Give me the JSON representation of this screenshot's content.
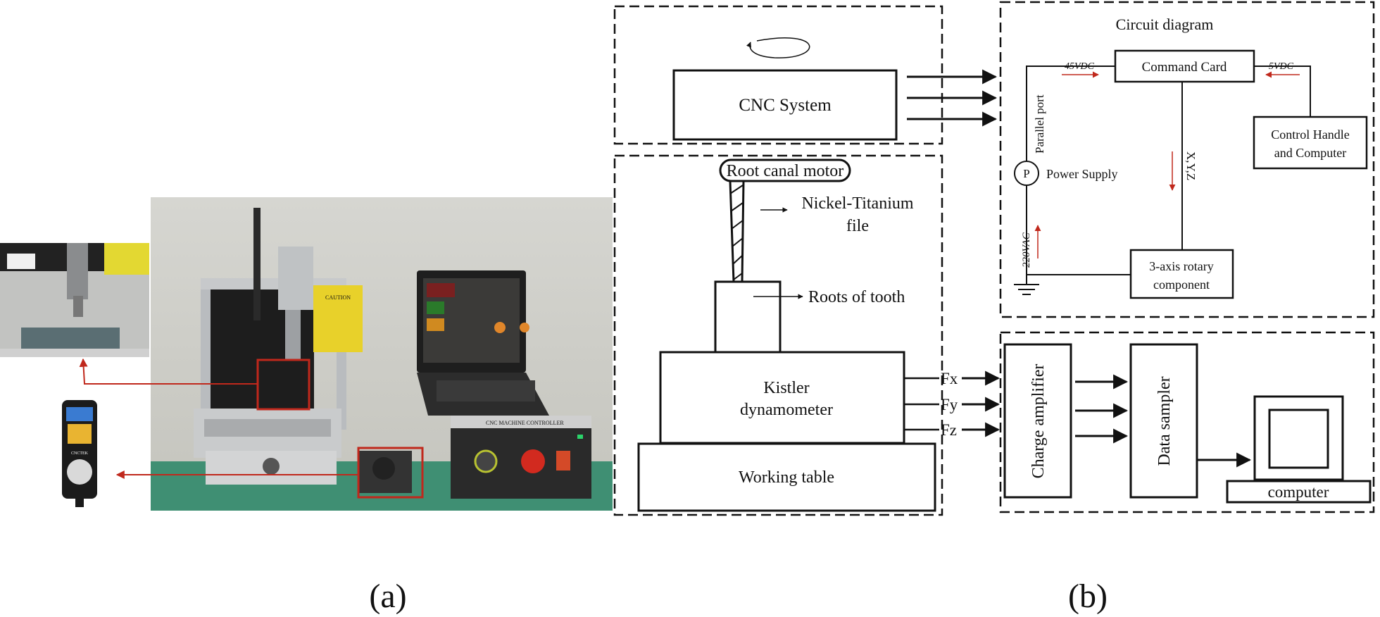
{
  "photo": {
    "device_brand": "CNC MACHINE CONTROLLER",
    "pendant_brand": "CNCTEK",
    "warning_label": "CAUTION"
  },
  "diagram": {
    "cnc_system": "CNC System",
    "root_canal_motor": "Root canal motor",
    "niti_file_line1": "Nickel-Titanium",
    "niti_file_line2": "file",
    "roots_of_tooth": "Roots of tooth",
    "dynamometer_line1": "Kistler",
    "dynamometer_line2": "dynamometer",
    "working_table": "Working table",
    "forces": [
      "Fx",
      "Fy",
      "Fz"
    ],
    "charge_amplifier": "Charge amplifier",
    "data_sampler": "Data sampler",
    "computer": "computer",
    "circuit": {
      "title": "Circuit diagram",
      "command_card": "Command Card",
      "voltage_45": "45VDC",
      "voltage_5": "5VDC",
      "parallel_port": "Parallel port",
      "power_symbol": "P",
      "power_supply": "Power Supply",
      "ac_220": "220VAC",
      "xyz": "X,Y,Z",
      "control_line1": "Control Handle",
      "control_line2": "and Computer",
      "rotary_line1": "3-axis rotary",
      "rotary_line2": "component"
    }
  },
  "captions": {
    "a": "(a)",
    "b": "(b)"
  },
  "colors": {
    "annotation_red": "#c0281c",
    "wall": "#cfcfc9",
    "bench": "#3f8f73"
  }
}
